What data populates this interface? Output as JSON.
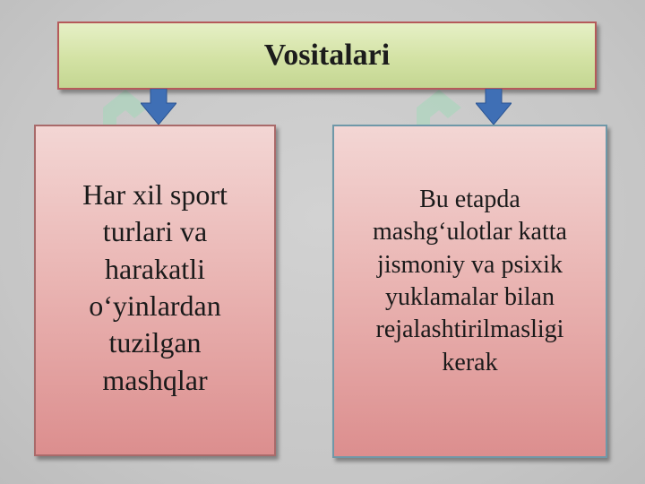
{
  "diagram": {
    "title": "Vositalari",
    "left_box": {
      "lines": [
        "Har xil sport",
        "turlari va",
        "harakatli",
        "o‘yinlardan",
        "tuzilgan",
        "mashqlar"
      ]
    },
    "right_box": {
      "lines": [
        "Bu etapda",
        "mashg‘ulotlar katta",
        "jismoniy va psixik",
        "yuklamalar bilan",
        "rejalashtirilmasligi",
        "kerak"
      ]
    }
  },
  "colors": {
    "title_fill": "#d3e2a4",
    "title_border": "#b55a5a",
    "box_fill": "#eab6b4",
    "left_border": "#a96a6a",
    "right_border": "#6f98a8",
    "arrow": "#3f6fb5",
    "watermark": "#8fe0b0"
  },
  "icons": {
    "arrows": "arrow-down-icon",
    "watermark": "logo-watermark-icon"
  }
}
